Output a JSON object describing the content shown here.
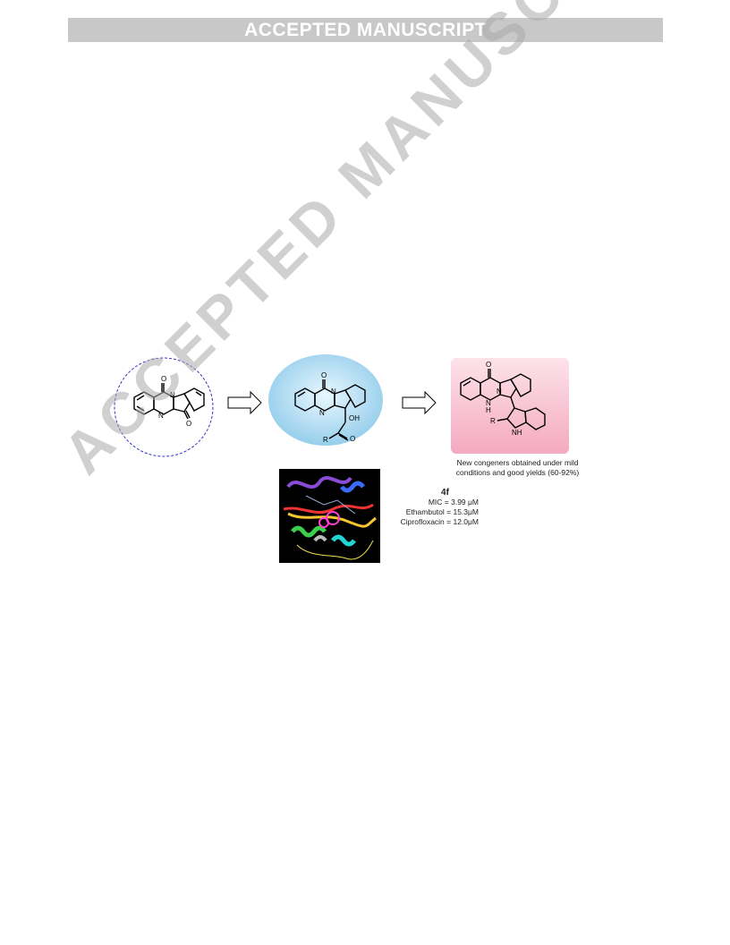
{
  "header": {
    "banner": "ACCEPTED MANUSCRIPT"
  },
  "watermark": {
    "text": "ACCEPTED MANUSCRIPT"
  },
  "graphical_abstract": {
    "caption_line1": "New congeners obtained under mild",
    "caption_line2": "conditions and good yields (60-92%)",
    "compound_id": "4f",
    "mic": "MIC = 3.99 μM",
    "ethambutol": "Ethambutol = 15.3μM",
    "ciprofloxacin": "Ciprofloxacin = 12.0μM",
    "atom_labels": {
      "o": "O",
      "n": "N",
      "nh": "NH",
      "h": "H",
      "oh": "OH",
      "r": "R"
    }
  },
  "colors": {
    "banner_bg": "#c8c8c8",
    "ellipse_fill": "#9fd3ee",
    "product_box": "#f5b5c8",
    "dashed_circle": "#3333cc"
  }
}
